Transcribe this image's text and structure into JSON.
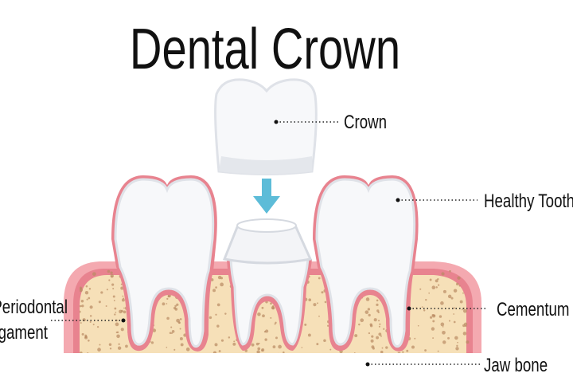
{
  "title": "Dental Crown",
  "labels": {
    "crown": "Crown",
    "healthy_tooth": "Healthy Tooth",
    "periodontal_1": "Periodontal",
    "periodontal_2": "Ligament",
    "cementum": "Cementum",
    "jaw_bone": "Jaw bone"
  },
  "colors": {
    "gum": "#e8838f",
    "gum_light": "#f4a9b0",
    "bone": "#f6e0b8",
    "bone_dots": "#b98a62",
    "tooth": "#f7f8fa",
    "tooth_shade": "#dfe2e8",
    "arrow": "#5dbcd8"
  }
}
